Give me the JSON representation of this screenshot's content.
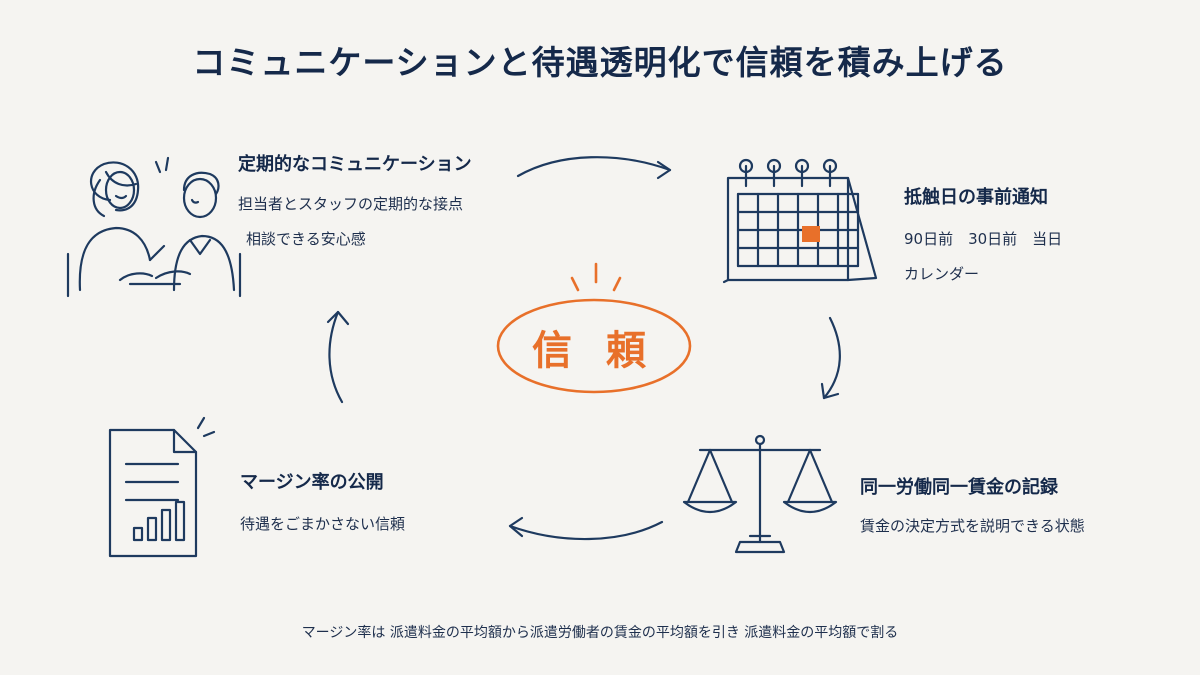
{
  "title": "コミュニケーションと待遇透明化で信頼を積み上げる",
  "center": {
    "label": "信 頼"
  },
  "communication": {
    "heading": "定期的なコミュニケーション",
    "line1": "担当者とスタッフの定期的な接点",
    "line2": "相談できる安心感",
    "icon": "people-talking-icon"
  },
  "notification": {
    "heading": "抵触日の事前通知",
    "line1": "90日前　30日前　当日",
    "line2": "カレンダー",
    "icon": "calendar-icon"
  },
  "equal_pay": {
    "heading": "同一労働同一賃金の記録",
    "line1": "賃金の決定方式を説明できる状態",
    "icon": "balance-scale-icon"
  },
  "margin": {
    "heading": "マージン率の公開",
    "line1": "待遇をごまかさない信頼",
    "icon": "document-chart-icon"
  },
  "footnote": "マージン率は 派遣料金の平均額から派遣労働者の賃金の平均額を引き 派遣料金の平均額で割る",
  "colors": {
    "accent": "#e8702a",
    "navy": "#1e3a5f",
    "background": "#f5f4f1"
  }
}
